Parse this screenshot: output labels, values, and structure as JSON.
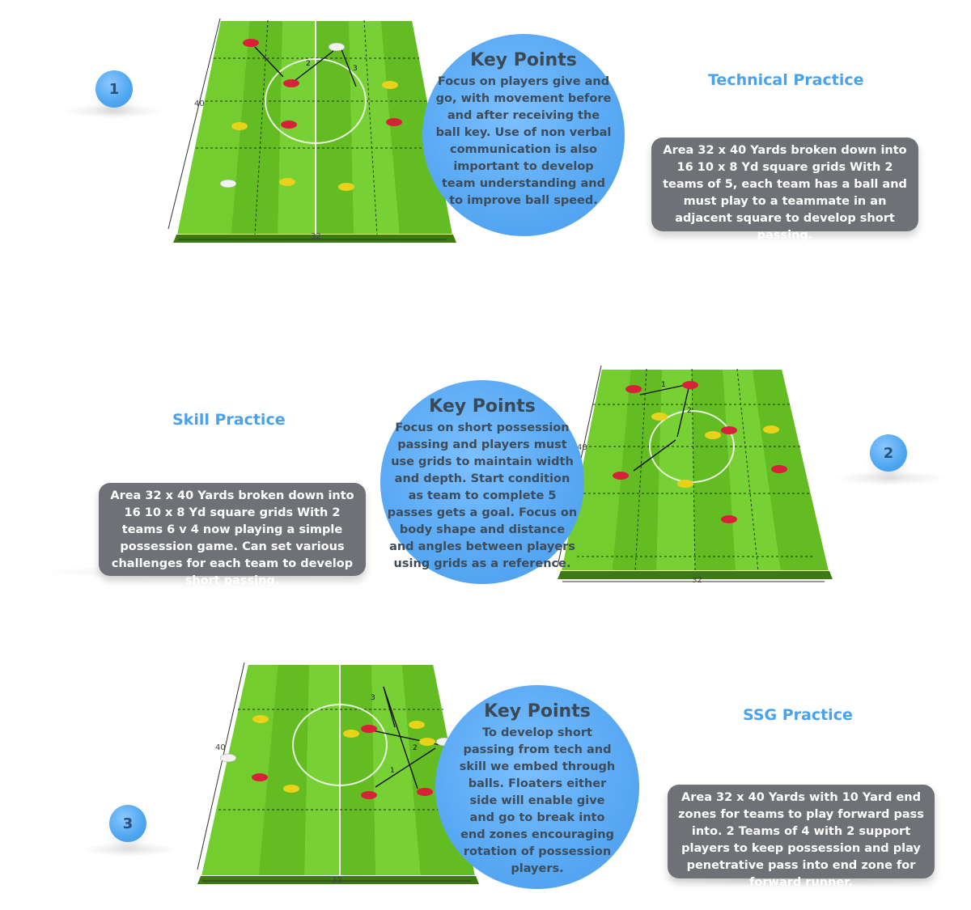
{
  "colors": {
    "accent": "#4aa2ec",
    "badge": "#5aaaf4",
    "box": "#6e7175",
    "pitch_light": "#7bd332",
    "pitch_dark": "#5cb51d",
    "red_marker": "#d8203a",
    "yellow_marker": "#e8d21a",
    "white_marker": "#f2f2f2"
  },
  "key_points_title": "Key Points",
  "sections": [
    {
      "number": "1",
      "title": "Technical Practice",
      "key_points": "Focus on players give and go, with movement before and after receiving the ball key. Use of non verbal communication is also important to develop team understanding and to improve ball speed.",
      "description": "Area 32 x 40 Yards broken down into 16 10 x 8 Yd square grids With 2 teams of 5, each team has a ball and must play to a teammate in an adjacent square to develop short passing.",
      "pitch": {
        "width_label": "32",
        "length_label": "40",
        "arrow_labels": [
          "2",
          "3"
        ]
      }
    },
    {
      "number": "2",
      "title": "Skill Practice",
      "key_points": "Focus on short possession passing and players must use grids to maintain width and depth. Start condition as team to complete 5 passes gets a goal. Focus on body shape and distance and angles between players using grids as a reference.",
      "description": "Area 32 x 40 Yards broken down into 16 10 x 8 Yd square grids With 2 teams 6 v 4 now playing a simple possession game. Can set various challenges for each team to develop short passing.",
      "pitch": {
        "width_label": "32",
        "length_label": "40",
        "arrow_labels": [
          "1",
          "2"
        ]
      }
    },
    {
      "number": "3",
      "title": "SSG Practice",
      "key_points": "To develop short passing from tech and skill we embed through balls. Floaters either side will enable give and go to break into end zones encouraging rotation of possession players.",
      "description": "Area 32 x 40 Yards with 10 Yard end zones for teams to play forward pass into. 2 Teams of 4 with 2 support players to keep possession and play penetrative pass into end zone for forward runner.",
      "pitch": {
        "width_label": "32",
        "length_label": "40",
        "arrow_labels": [
          "3",
          "2",
          "1"
        ]
      }
    }
  ]
}
